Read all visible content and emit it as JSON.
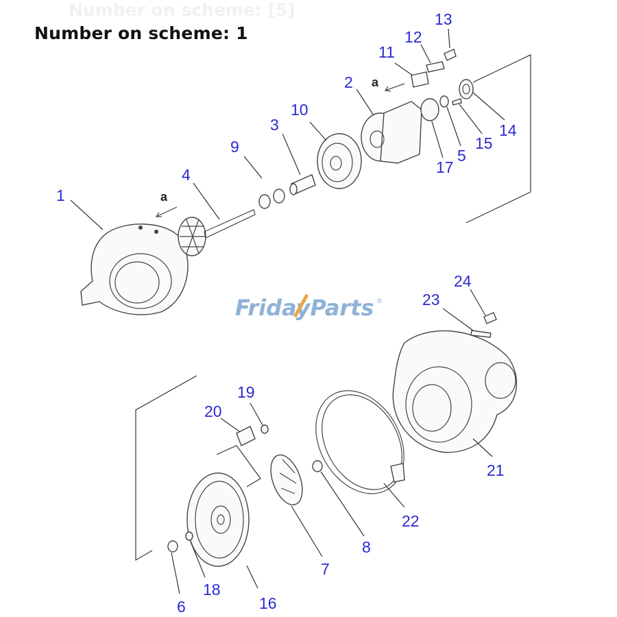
{
  "header": {
    "title": "Number on scheme: 1",
    "ghost_title": "Number on scheme: [5]"
  },
  "watermark": {
    "part1": "Friday",
    "part2": "Parts",
    "mark": "®",
    "color_primary": "#8fb2d6",
    "color_accent": "#e8a64a"
  },
  "view_letters": [
    "a",
    "a"
  ],
  "callouts": [
    "1",
    "2",
    "3",
    "4",
    "5",
    "6",
    "7",
    "8",
    "9",
    "10",
    "11",
    "12",
    "13",
    "14",
    "15",
    "16",
    "17",
    "18",
    "19",
    "20",
    "21",
    "22",
    "23",
    "24"
  ],
  "colors": {
    "callout": "#2a2ad0",
    "line": "#333333"
  }
}
